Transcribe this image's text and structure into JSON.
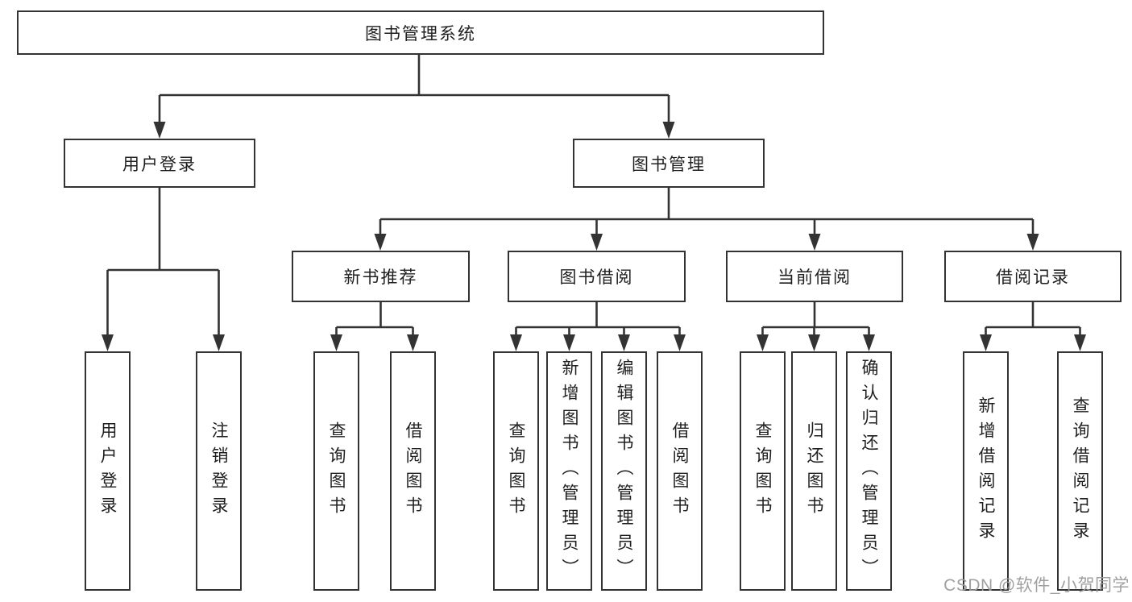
{
  "diagram_title": "图书管理系统",
  "tree": {
    "label": "图书管理系统",
    "children": [
      {
        "label": "用户登录",
        "leaves": [
          "用户登录",
          "注销登录"
        ]
      },
      {
        "label": "图书管理",
        "children": [
          {
            "label": "新书推荐",
            "leaves": [
              "查询图书",
              "借阅图书"
            ]
          },
          {
            "label": "图书借阅",
            "leaves": [
              "查询图书",
              "新增图书（管理员）",
              "编辑图书（管理员）",
              "借阅图书"
            ]
          },
          {
            "label": "当前借阅",
            "leaves": [
              "查询图书",
              "归还图书",
              "确认归还（管理员）"
            ]
          },
          {
            "label": "借阅记录",
            "leaves": [
              "新增借阅记录",
              "查询借阅记录"
            ]
          }
        ]
      }
    ]
  },
  "watermark": {
    "text": "CSDN @软件_小贺同学"
  },
  "colors": {
    "background": "#ffffff",
    "line": "#333333",
    "box_border": "#333333",
    "box_background": "#ffffff",
    "text": "#1f1f1f",
    "watermark": "#9b9b9b"
  }
}
